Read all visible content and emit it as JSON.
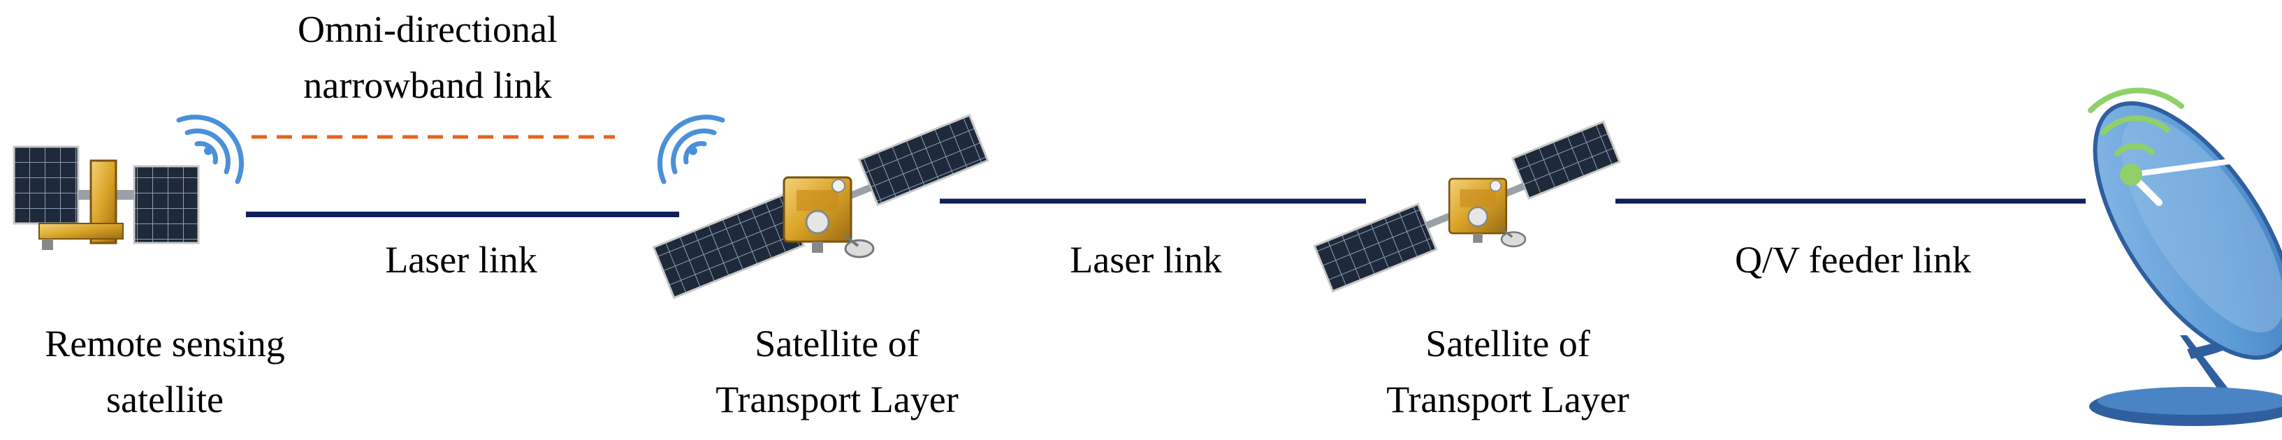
{
  "labels": {
    "omni_line1": "Omni-directional",
    "omni_line2": "narrowband link",
    "laser_link_1": "Laser link",
    "laser_link_2": "Laser link",
    "feeder_link": "Q/V feeder link",
    "remote_line1": "Remote sensing",
    "remote_line2": "satellite",
    "transport1_line1": "Satellite of",
    "transport1_line2": "Transport Layer",
    "transport2_line1": "Satellite of",
    "transport2_line2": "Transport Layer"
  },
  "icons": {
    "remote_satellite": "satellite-icon",
    "transport_satellite": "satellite-icon",
    "ground_station": "satellite-dish-icon",
    "signal": "wifi-signal-icon"
  },
  "colors": {
    "laser_link": "#0f1f5c",
    "omni_link": "#e8621a",
    "signal_blue": "#4a90d9",
    "signal_green": "#8fd06a",
    "dish_blue": "#5b9bd5",
    "dish_dark": "#2f5f9e",
    "panel_dark": "#1e2a3a",
    "gold": "#d9a326"
  }
}
